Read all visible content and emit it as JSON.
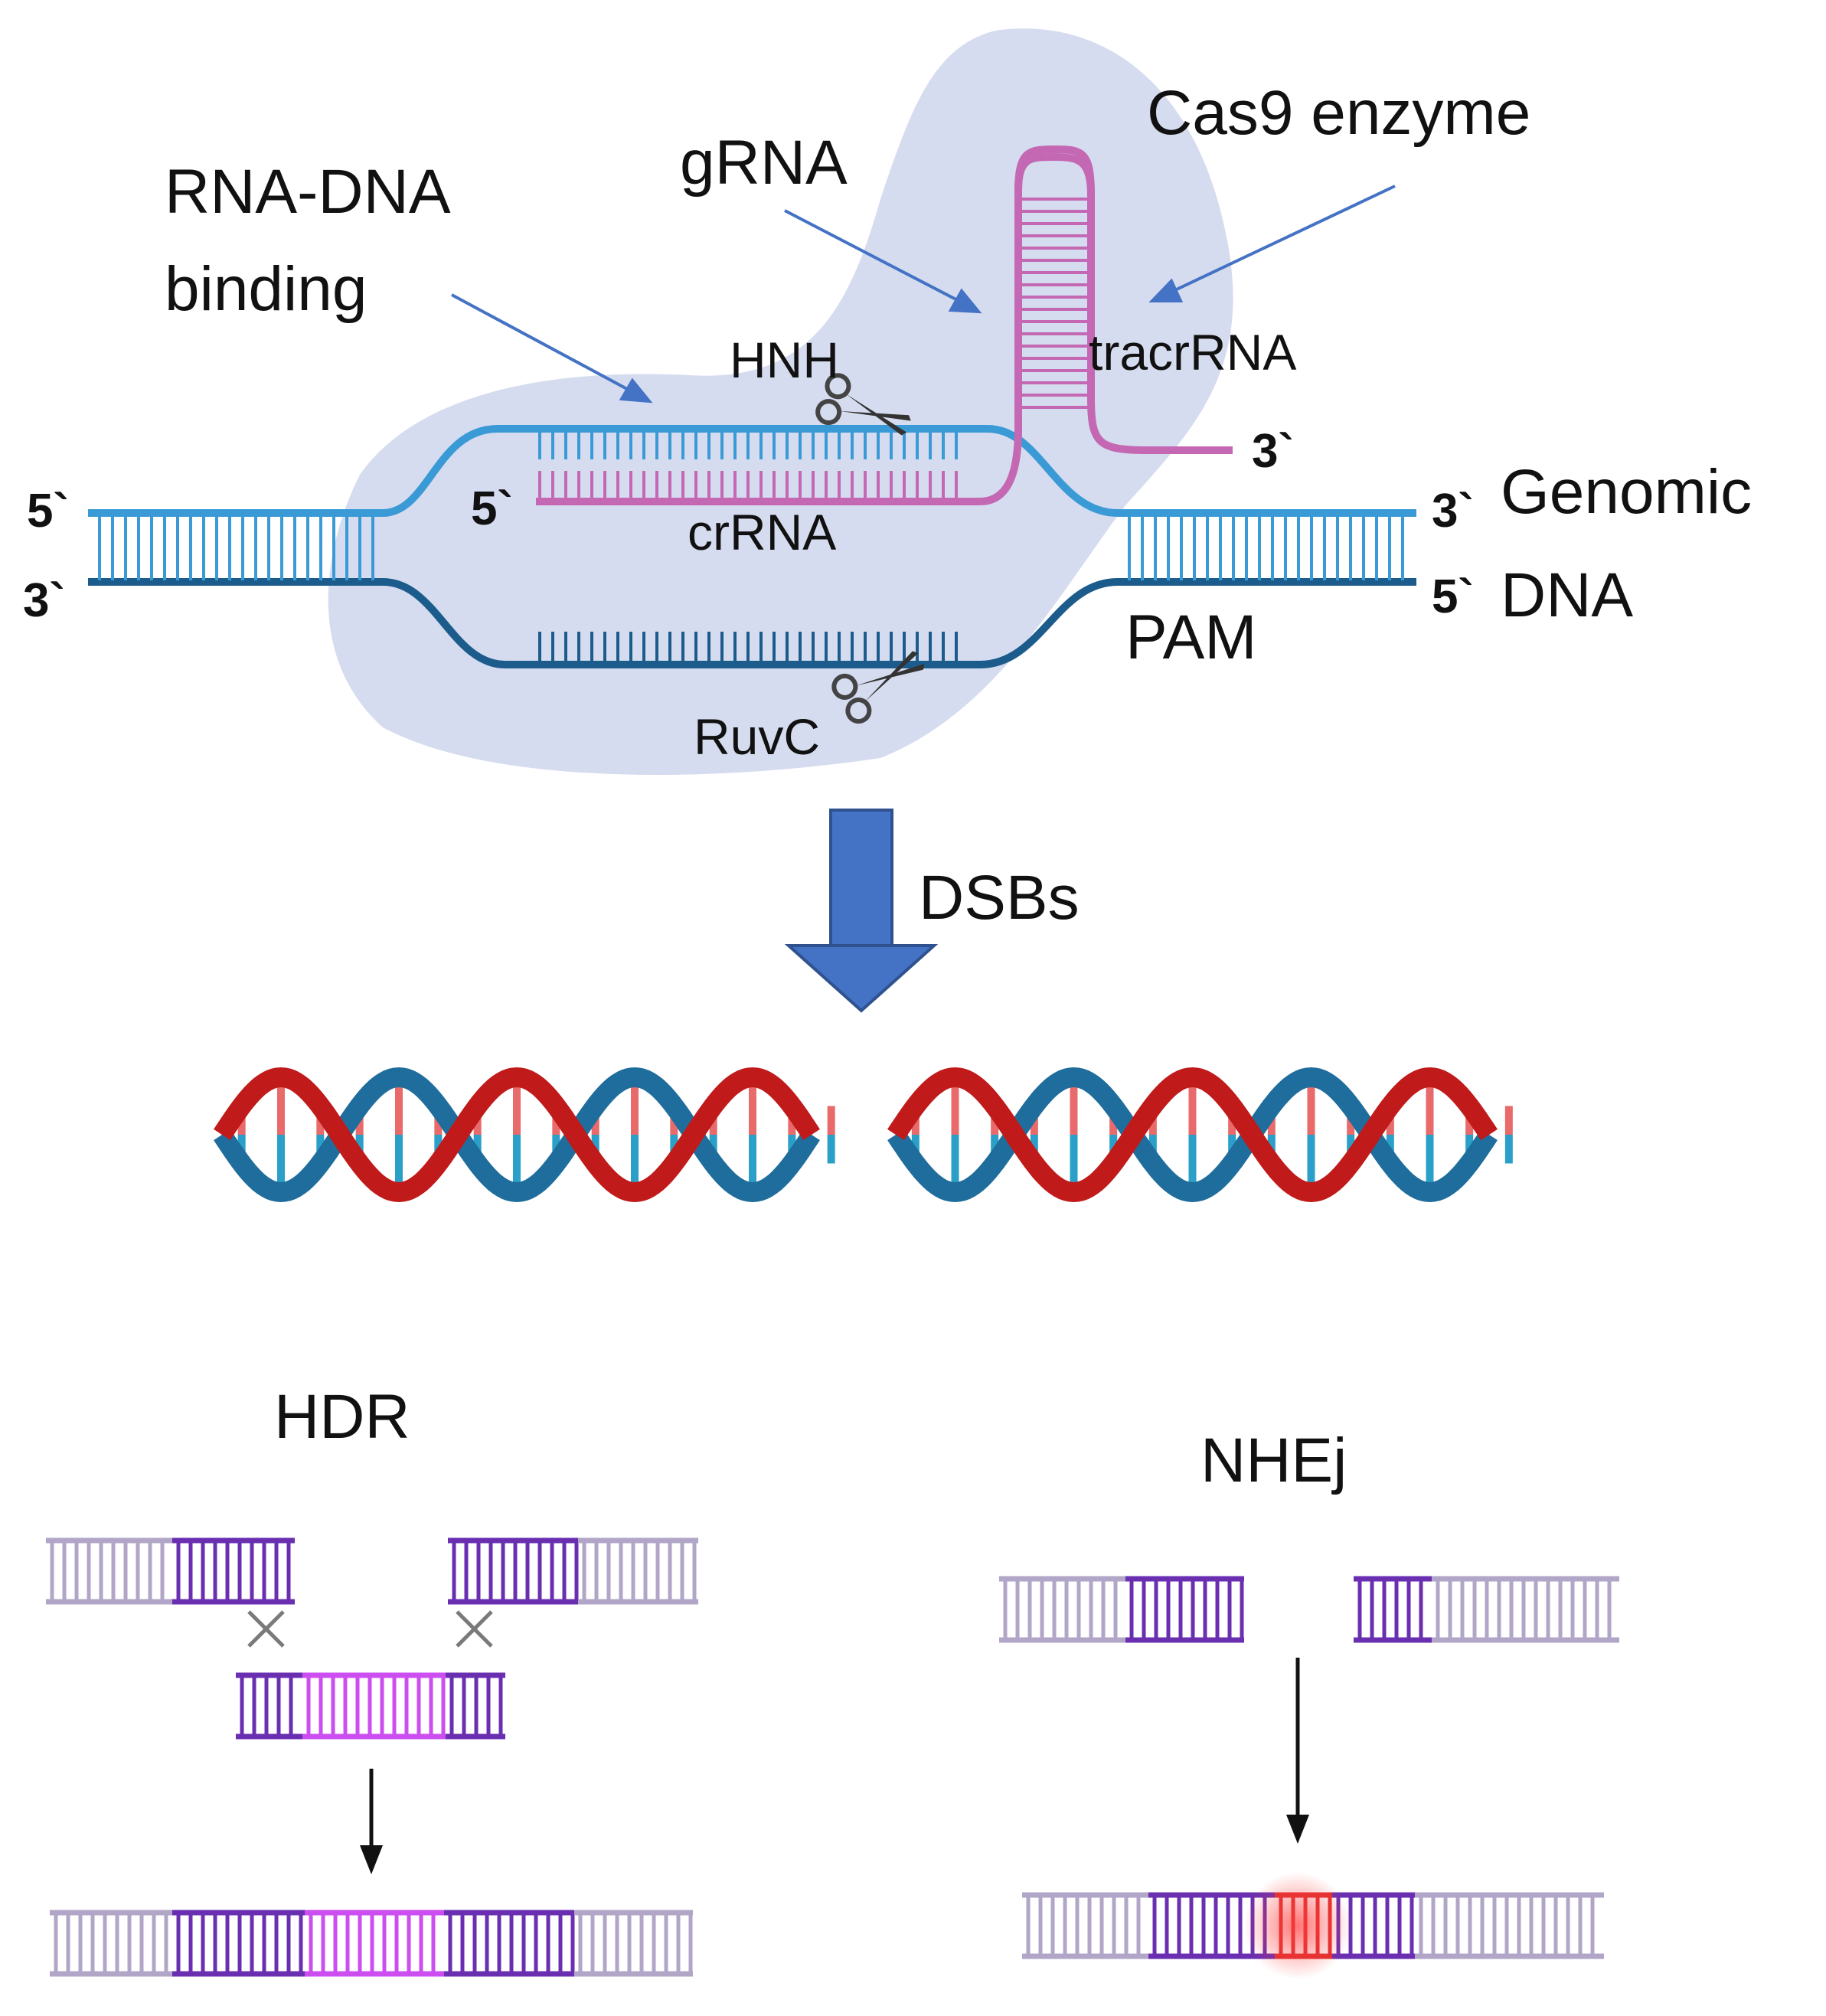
{
  "labels": {
    "cas9": "Cas9 enzyme",
    "grna": "gRNA",
    "rna_dna_line1": "RNA-DNA",
    "rna_dna_line2": "binding",
    "hnh": "HNH",
    "tracrrna": "tracrRNA",
    "crrna": "crRNA",
    "ruvc": "RuvC",
    "pam": "PAM",
    "genomic": "Genomic",
    "dna": "DNA",
    "dsbs": "DSBs",
    "hdr": "HDR",
    "nhej": "NHEj"
  },
  "strand_ends": {
    "left_top": "5`",
    "left_bottom": "3`",
    "right_top": "3`",
    "right_bottom": "5`",
    "crrna_5": "5`",
    "tracr_3": "3`"
  },
  "colors": {
    "cas9_blob": "#d6dcef",
    "dna_top": "#3a9ad6",
    "dna_bottom": "#1c5c8c",
    "rna": "#c468b4",
    "arrow_blue": "#4472c4",
    "helix_blue": "#1f6d9c",
    "helix_red": "#c01a1a",
    "repair_gray": "#b1a6c7",
    "repair_purple": "#6a2fb0",
    "repair_magenta": "#cc4ef0",
    "repair_red": "#e03030"
  }
}
